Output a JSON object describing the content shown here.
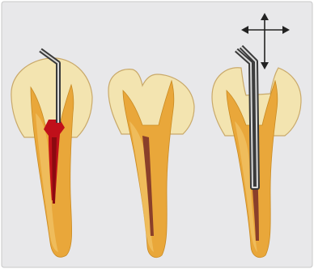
{
  "diagram": {
    "panels": [
      {
        "id": "panel-1",
        "tool": "bent-plugger",
        "root_fill": "red-sealer"
      },
      {
        "id": "panel-2",
        "tool": "none",
        "root_fill": "canal-line"
      },
      {
        "id": "panel-3",
        "tool": "double-bent-plugger",
        "root_fill": "canal-line",
        "indicator": "four-way-arrow"
      }
    ],
    "colors": {
      "background": "#e8e8ea",
      "border": "#c8c8c8",
      "dentin": "#e9a73a",
      "dentin_light": "#f1c46a",
      "enamel": "#f3e4b0",
      "enamel_edge": "#c9a96a",
      "pulp_canal": "#8a3f2a",
      "sealer_red": "#c0101a",
      "instrument_dark": "#3a3a3a",
      "instrument_light": "#d9d9d9",
      "arrow": "#222222"
    },
    "icons": [
      "four-way-arrow-icon"
    ]
  }
}
